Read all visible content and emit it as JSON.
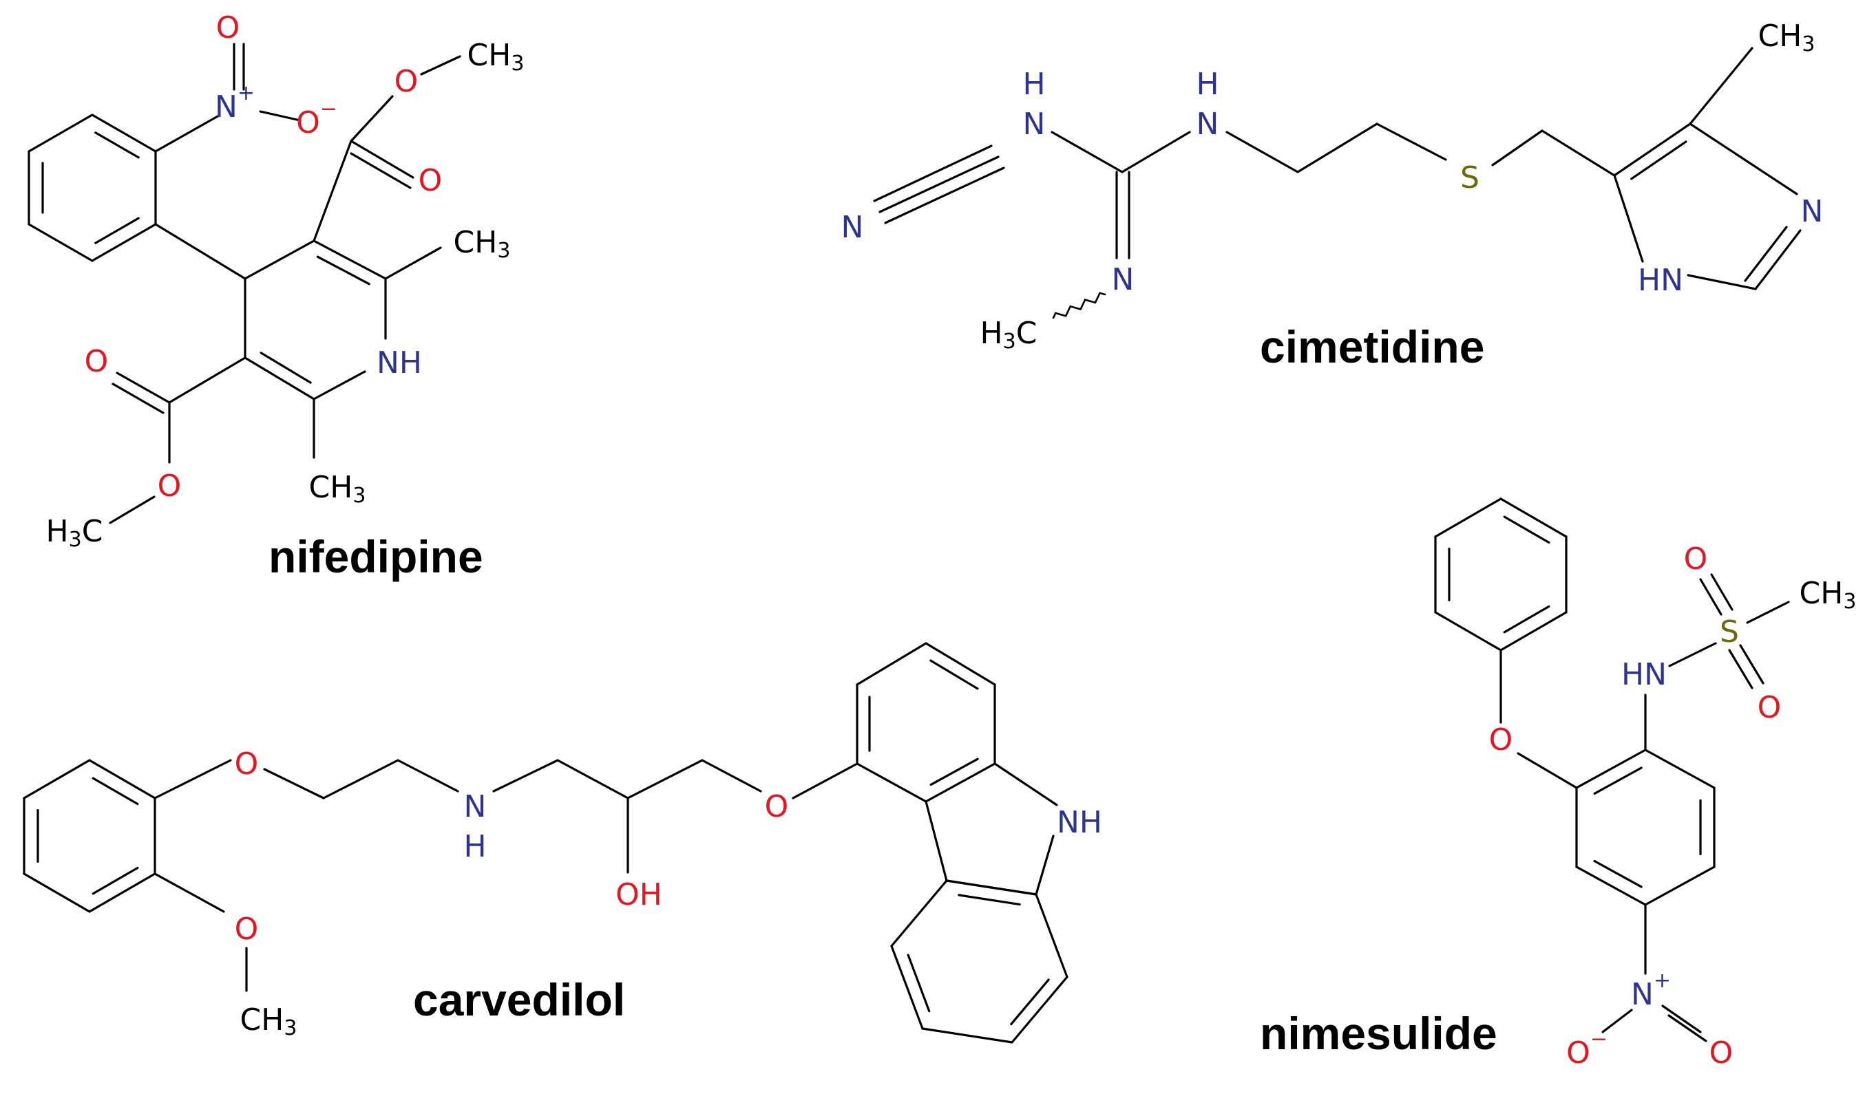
{
  "molecules": [
    {
      "id": "nifedipine",
      "name": "nifedipine"
    },
    {
      "id": "cimetidine",
      "name": "cimetidine"
    },
    {
      "id": "carvedilol",
      "name": "carvedilol"
    },
    {
      "id": "nimesulide",
      "name": "nimesulide"
    }
  ],
  "colors": {
    "carbon": "#000000",
    "oxygen": "#e8141e",
    "nitrogen": "#2c3393",
    "sulfur": "#6b6b0d"
  }
}
